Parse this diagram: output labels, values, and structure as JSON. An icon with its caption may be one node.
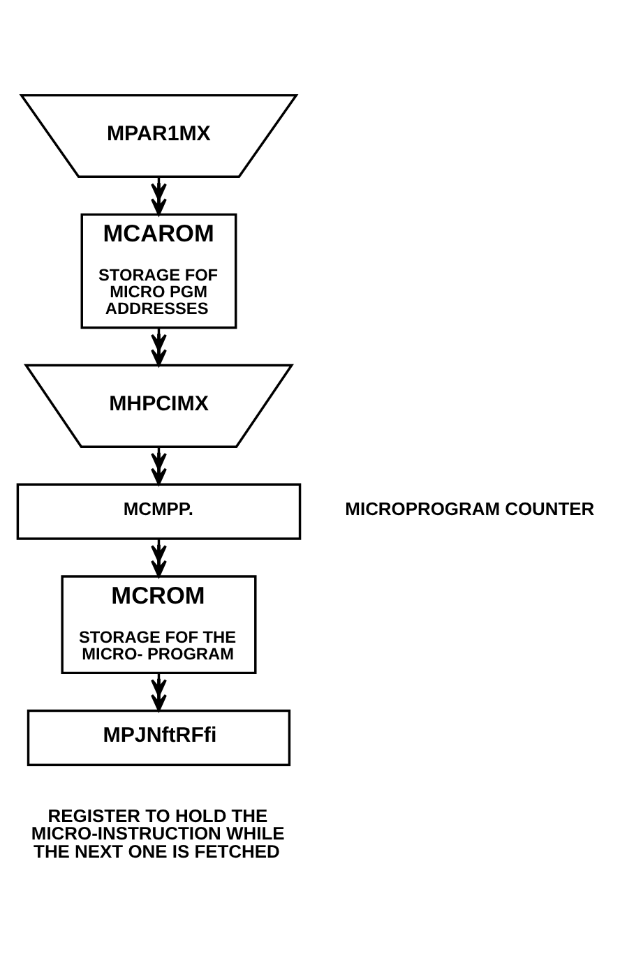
{
  "diagram": {
    "nodes": [
      {
        "text": [
          "MPAR1MX"
        ]
      },
      {
        "text": [
          "MCAROM",
          "STORAGE FOF MICRO PGM ADDRESSES"
        ]
      },
      {
        "text": [
          "MHPCIMX"
        ]
      },
      {
        "text": [
          "MCMPP."
        ],
        "beside": [
          "MICROPROGRAM COUNTER"
        ]
      },
      {
        "text": [
          "MCROM",
          "STORAGE FOF THE MICRO- PROGRAM"
        ]
      },
      {
        "text": [
          "MPJNftRFfi"
        ],
        "beside": [
          "REGISTER TO HOLD THE MICRO-INSTRUCTION WHILE THE NEXT ONE IS FETCHED"
        ]
      }
    ],
    "edges": [
      {
        "from": 0,
        "to": 1,
        "arrow": "to"
      },
      {
        "from": 1,
        "to": 2,
        "arrow": "to"
      },
      {
        "from": 2,
        "to": 3,
        "arrow": "to"
      },
      {
        "from": 3,
        "to": 4,
        "arrow": "to"
      },
      {
        "from": 4,
        "to": 5,
        "arrow": "to"
      }
    ]
  }
}
